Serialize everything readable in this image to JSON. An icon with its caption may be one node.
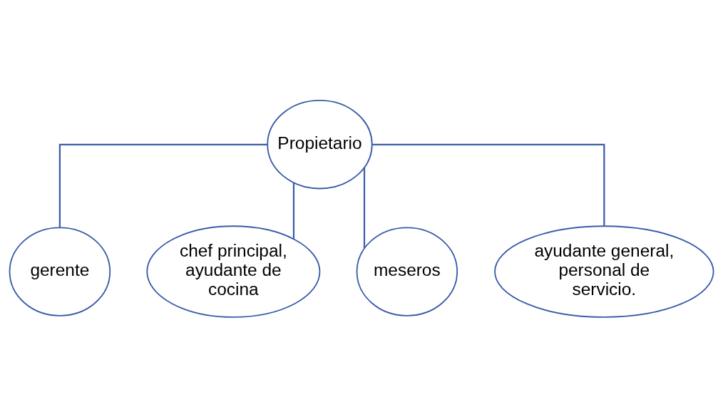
{
  "diagram": {
    "nodes": [
      {
        "text": [
          "Propietario"
        ]
      },
      {
        "text": [
          "gerente"
        ]
      },
      {
        "text": [
          "chef principal, ayudante de cocina"
        ]
      },
      {
        "text": [
          "meseros"
        ]
      },
      {
        "text": [
          "ayudante general, personal de servicio."
        ]
      }
    ],
    "edges": [
      {
        "from": 0,
        "to": 1,
        "arrow": "none"
      },
      {
        "from": 0,
        "to": 2,
        "arrow": "none"
      },
      {
        "from": 0,
        "to": 3,
        "arrow": "none"
      },
      {
        "from": 0,
        "to": 4,
        "arrow": "none"
      }
    ]
  }
}
